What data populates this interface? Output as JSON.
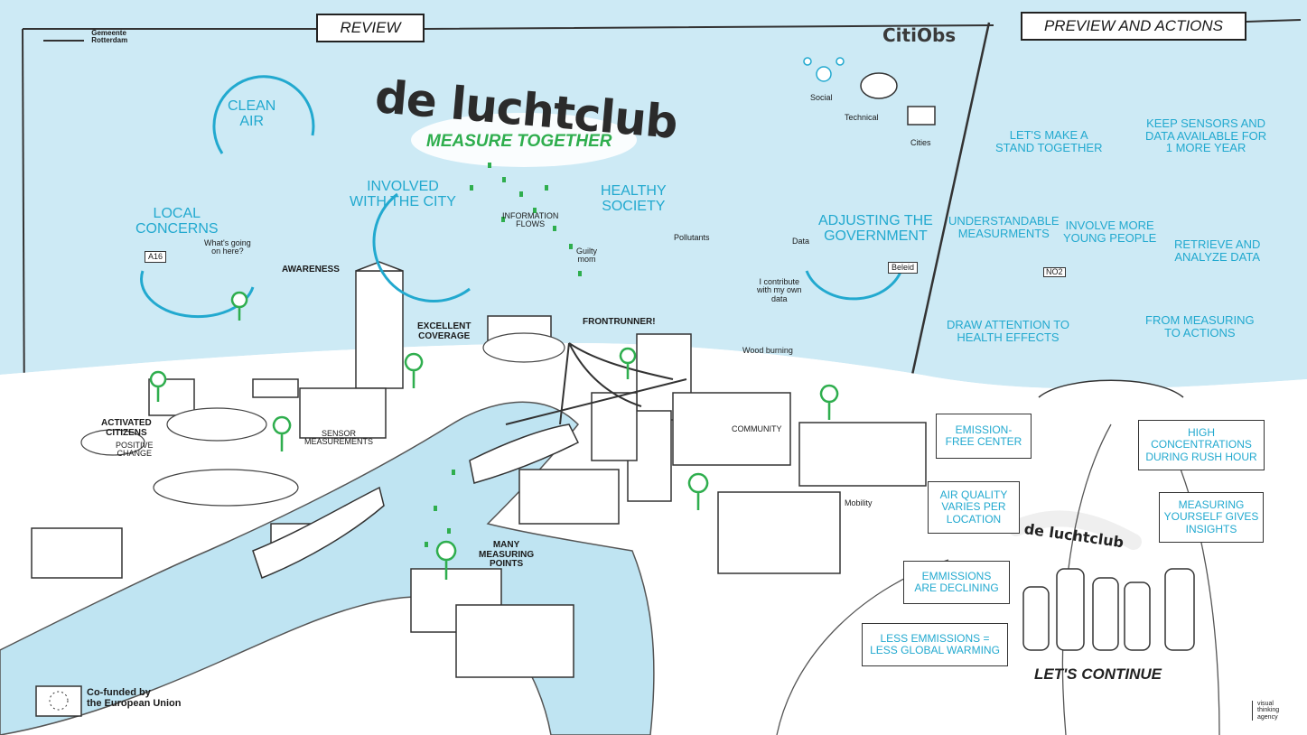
{
  "header": {
    "review_banner": "REVIEW",
    "preview_banner": "PREVIEW AND ACTIONS",
    "city_logo_line1": "Gemeente",
    "city_logo_line2": "Rotterdam",
    "citiobs_logo": "CitiObs"
  },
  "title": {
    "main": "de luchtclub",
    "subtitle": "MEASURE TOGETHER"
  },
  "pillars": {
    "social": "Social",
    "technical": "Technical",
    "cities": "Cities"
  },
  "review": {
    "clean_air": [
      "CLEAN",
      "AIR"
    ],
    "local_concerns": [
      "LOCAL",
      "CONCERNS"
    ],
    "whats_going_on": [
      "What's going",
      "on here?"
    ],
    "a16_sign": "A16",
    "awareness": "AWARENESS",
    "involved": [
      "INVOLVED",
      "WITH THE CITY"
    ],
    "information_flows": [
      "INFORMATION",
      "FLOWS"
    ],
    "healthy_society": [
      "HEALTHY",
      "SOCIETY"
    ],
    "guilty_mom": [
      "Guilty",
      "mom"
    ],
    "pollutants": "Pollutants",
    "adjusting_government": [
      "ADJUSTING THE",
      "GOVERNMENT"
    ],
    "data": "Data",
    "beleid": "Beleid",
    "contribute": [
      "I contribute",
      "with my own",
      "data"
    ],
    "excellent_coverage": [
      "EXCELLENT",
      "COVERAGE"
    ],
    "frontrunner": "FRONTRUNNER!",
    "wood_burning": "Wood burning",
    "activated_citizens": [
      "ACTIVATED",
      "CITIZENS"
    ],
    "positive_change": [
      "POSITIVE",
      "CHANGE"
    ],
    "sensor_measurements": [
      "SENSOR",
      "MEASUREMENTS"
    ],
    "community": "COMMUNITY",
    "mobility": "Mobility",
    "many_measuring_points": [
      "MANY",
      "MEASURING",
      "POINTS"
    ]
  },
  "preview": {
    "stand_together": [
      "LET'S MAKE A",
      "STAND TOGETHER"
    ],
    "keep_sensors": [
      "KEEP SENSORS AND",
      "DATA AVAILABLE FOR",
      "1 MORE YEAR"
    ],
    "understandable": [
      "UNDERSTANDABLE",
      "MEASURMENTS"
    ],
    "young_people": [
      "INVOLVE MORE",
      "YOUNG PEOPLE"
    ],
    "retrieve": [
      "RETRIEVE AND",
      "ANALYZE DATA"
    ],
    "health_effects": [
      "DRAW ATTENTION TO",
      "HEALTH EFFECTS"
    ],
    "measuring_to_actions": [
      "FROM MEASURING",
      "TO ACTIONS"
    ],
    "no2": "NO2"
  },
  "speech_boxes": {
    "emission_free": [
      "EMISSION-",
      "FREE CENTER"
    ],
    "high_concentrations": [
      "HIGH",
      "CONCENTRATIONS",
      "DURING RUSH HOUR"
    ],
    "air_quality": [
      "AIR QUALITY",
      "VARIES PER",
      "LOCATION"
    ],
    "measuring_yourself": [
      "MEASURING",
      "YOURSELF GIVES",
      "INSIGHTS"
    ],
    "emissions_declining": [
      "EMMISSIONS",
      "ARE DECLINING"
    ],
    "less_emissions": [
      "LESS EMMISSIONS =",
      "LESS GLOBAL WARMING"
    ]
  },
  "crowd_sign": "de luchtclub",
  "lets_continue": "LET'S CONTINUE",
  "footer": {
    "eu_line1": "Co-funded by",
    "eu_line2": "the European Union",
    "agency_line1": "visual",
    "agency_line2": "thinking",
    "agency_line3": "agency"
  },
  "colors": {
    "sky": "#cdeaf5",
    "water": "#bfe4f2",
    "accent": "#22a9cf",
    "sensor_green": "#2fae4e",
    "ink": "#2b2b2b"
  }
}
